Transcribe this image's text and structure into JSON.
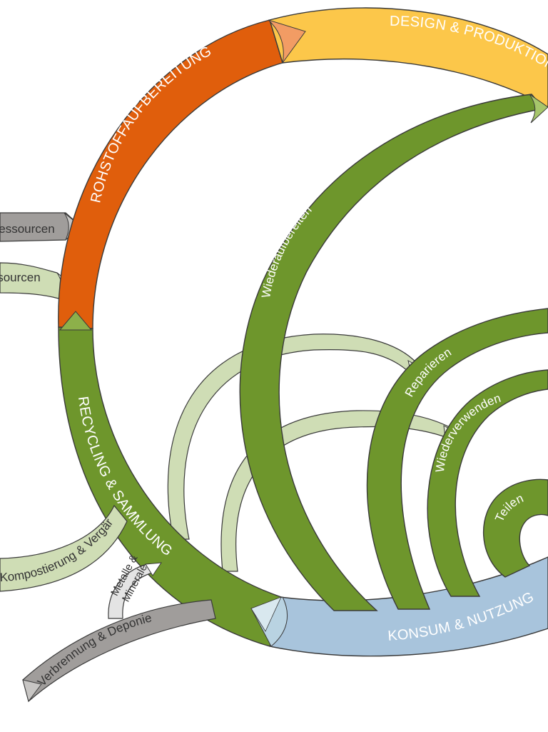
{
  "stages": {
    "raw": "ROHSTOFFAUFBEREITUNG",
    "design": "DESIGN & PRODUKTION",
    "consumption": "KONSUM & NUTZUNG",
    "recycling": "RECYCLING & SAMMLUNG"
  },
  "loops": {
    "remanufacture": "Wiederaufbereiten",
    "repair": "Reparieren",
    "reuse": "Wiederverwenden",
    "share": "Teilen"
  },
  "inputs": {
    "primary": "Ressourcen",
    "secondary": "Ressourcen"
  },
  "outputs": {
    "composting": "Kompostierung & Vergärung",
    "metals_line1": "Metalle &",
    "metals_line2": "Minerale",
    "incineration": "Verbrennung & Deponie"
  },
  "colors": {
    "orange": "#E05E0C",
    "orange_edge": "#5a2a0a",
    "yellow": "#FCC74A",
    "green": "#6E962C",
    "green_light": "#CFDDB5",
    "blue": "#A8C4DC",
    "grey": "#A09D9B",
    "grey_light": "#E4E4E4",
    "outline": "#3a3a3a"
  }
}
